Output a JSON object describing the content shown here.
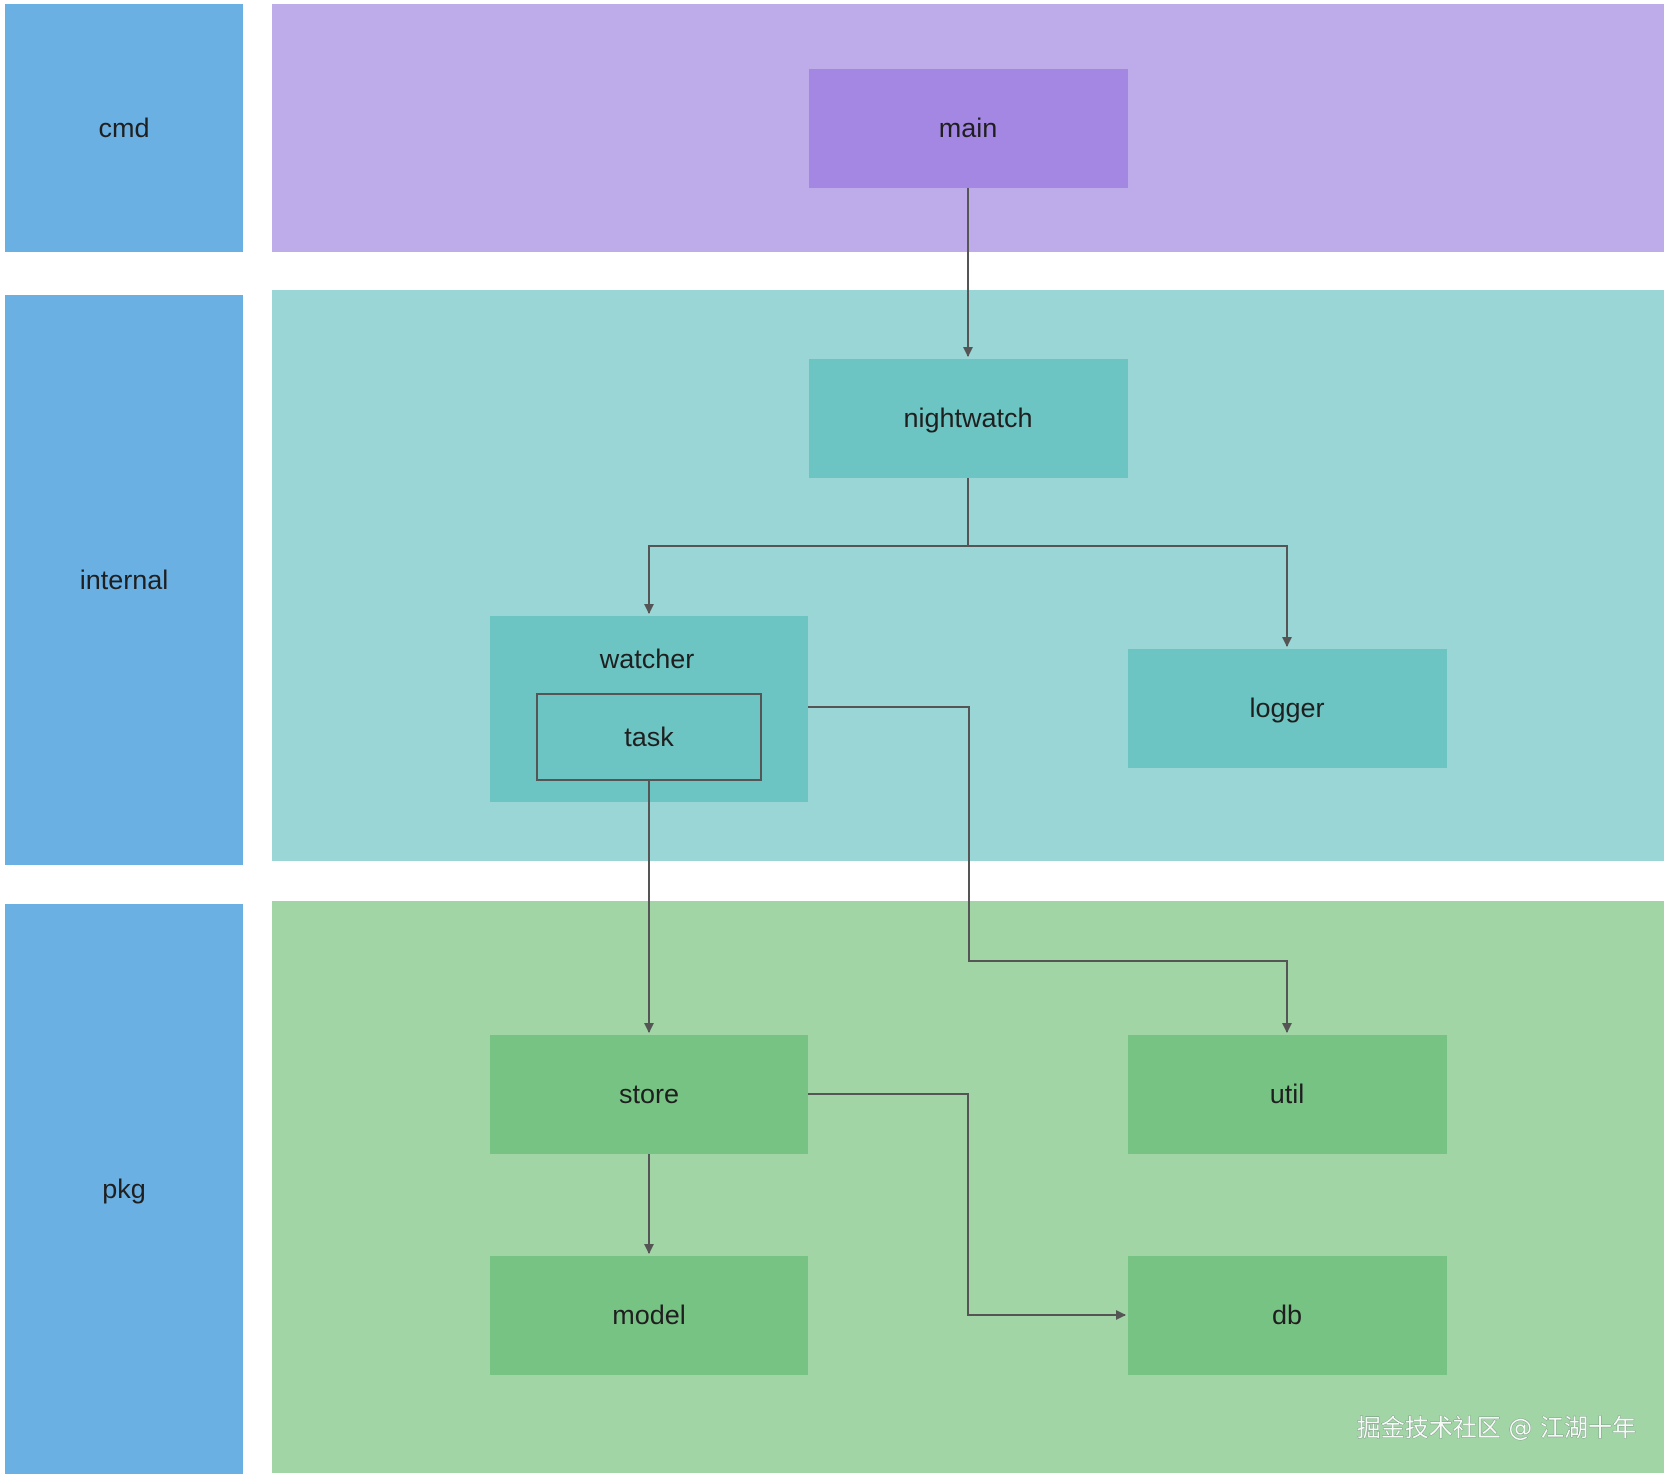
{
  "colors": {
    "lane_label_bg": "#6AB0E3",
    "cmd_band": "#BEACEA",
    "cmd_node": "#A487E3",
    "internal_band": "#9AD6D5",
    "internal_node": "#6CC4C3",
    "pkg_band": "#A1D5A6",
    "pkg_node": "#77C384",
    "edge": "#555555"
  },
  "lanes": {
    "cmd": {
      "label": "cmd"
    },
    "internal": {
      "label": "internal"
    },
    "pkg": {
      "label": "pkg"
    }
  },
  "nodes": {
    "main": {
      "label": "main"
    },
    "nightwatch": {
      "label": "nightwatch"
    },
    "watcher": {
      "label": "watcher"
    },
    "task": {
      "label": "task"
    },
    "logger": {
      "label": "logger"
    },
    "store": {
      "label": "store"
    },
    "util": {
      "label": "util"
    },
    "model": {
      "label": "model"
    },
    "db": {
      "label": "db"
    }
  },
  "edges": [
    {
      "from": "main",
      "to": "nightwatch"
    },
    {
      "from": "nightwatch",
      "to": "watcher"
    },
    {
      "from": "nightwatch",
      "to": "logger"
    },
    {
      "from": "task",
      "to": "store"
    },
    {
      "from": "watcher",
      "to": "util"
    },
    {
      "from": "store",
      "to": "model"
    },
    {
      "from": "store",
      "to": "db"
    }
  ],
  "watermark": "掘金技术社区 @ 江湖十年"
}
